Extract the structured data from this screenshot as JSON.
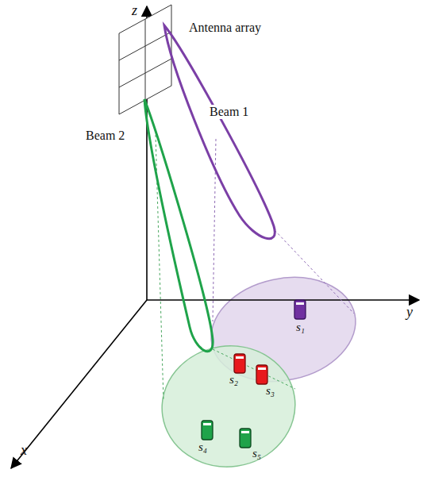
{
  "diagram": {
    "labels": [
      "z",
      "y",
      "x",
      "Antenna array",
      "Beam 1",
      "Beam 2",
      "s₁",
      "s₂",
      "s₃",
      "s₄",
      "s₅"
    ]
  }
}
